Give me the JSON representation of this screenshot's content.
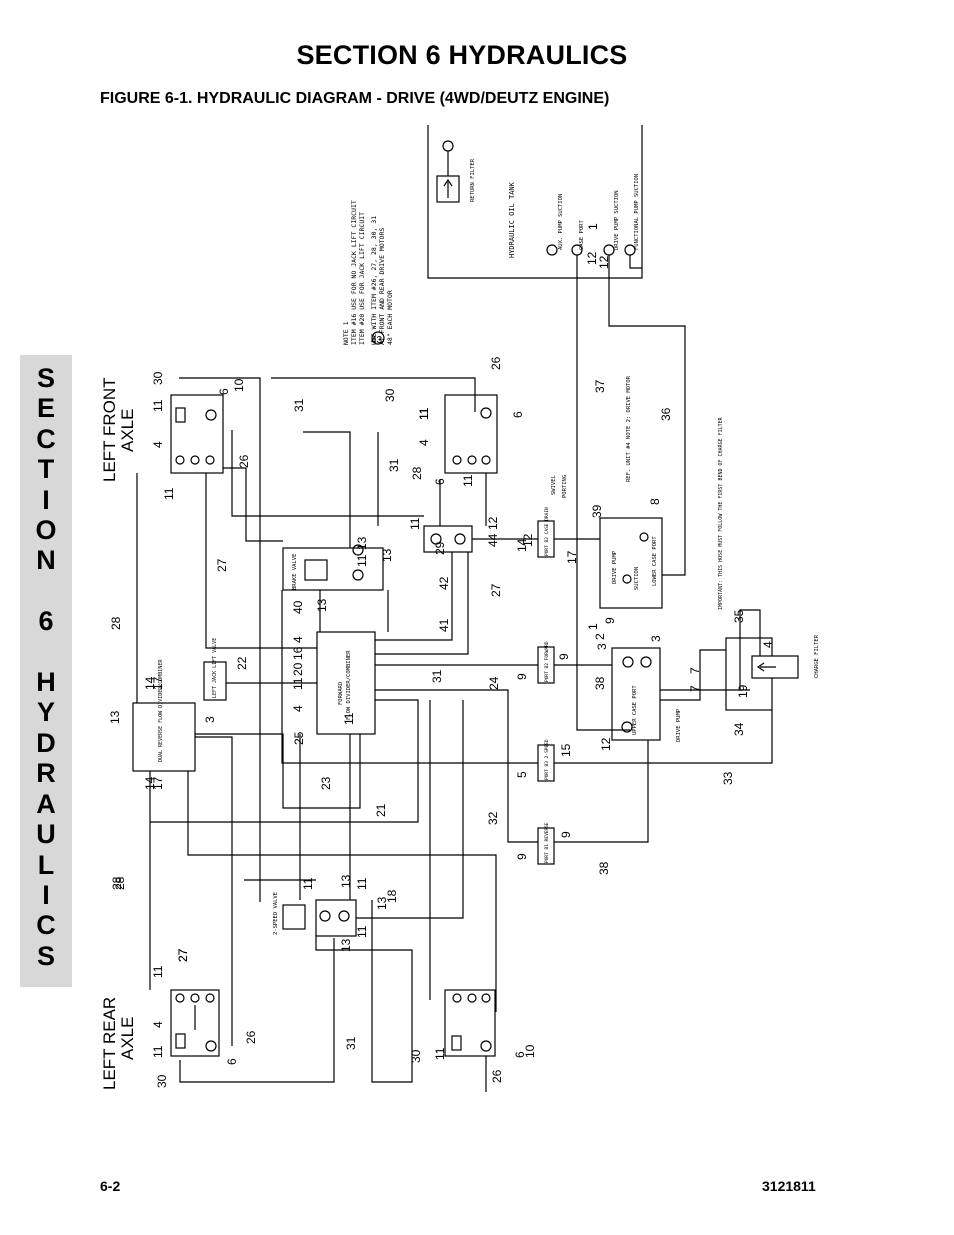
{
  "header": {
    "section_title": "SECTION 6  HYDRAULICS",
    "figure_title": "FIGURE 6-1.    HYDRAULIC DIAGRAM - DRIVE (4WD/DEUTZ ENGINE)"
  },
  "side_tab": {
    "text": "S\nE\nC\nT\nI\nO\nN\n\n6\n\nH\nY\nD\nR\nA\nU\nL\nI\nC\nS"
  },
  "footer": {
    "page_number": "6-2",
    "doc_number": "3121811"
  },
  "diagram": {
    "axle_labels": {
      "left_front_line1": "LEFT  FRONT",
      "left_front_line2": "AXLE",
      "left_rear_line1": "LEFT  REAR",
      "left_rear_line2": "AXLE"
    },
    "tank": {
      "title": "HYDRAULIC  OIL  TANK",
      "return_filter": "RETURN FILTER",
      "ports": [
        "AUX. PUMP SUCTION",
        "CASE PORT",
        "DRIVE PUMP SUCTION",
        "FUNCTIONAL PUMP SUCTION"
      ]
    },
    "notes": [
      "NOTE 1",
      "ITEM #16 USE FOR NO JACK LIFT CIRCUIT",
      "ITEM #20 USE FOR JACK LIFT CIRCUIT",
      "USE WITH ITEM #26, 27, 28, 30, 31",
      "AT FRONT AND REAR DRIVE MOTORS",
      "48\" EACH MOTOR"
    ],
    "note_callout": "43",
    "component_labels": {
      "brake_valve": "BRAKE VALVE",
      "two_speed_valve": "2-SPEED VALVE",
      "flow_divider": "FLOW DIVIDER/COMBINER",
      "flow_divider_top": "FORWARD",
      "dual_reverse": "DUAL REVERSE FLOW DIVIDER/COMBINER",
      "drive_pump": "DRIVE PUMP",
      "upper_case_port": "UPPER CASE PORT",
      "lower_case_port": "LOWER CASE PORT",
      "suction": "SUCTION",
      "charge_filter": "CHARGE FILTER",
      "jack_lift_valve": "LEFT JACK LIFT VALVE",
      "swivel": "SWIVEL",
      "porting": "PORTING",
      "port_b2": "PORT B2 CASE DRAIN",
      "port_b2_forward": "PORT B2 FORWARD",
      "port_b3": "PORT B3 2-SPEED",
      "port_b1": "PORT B1 REVERSE",
      "drive_motor_note": "REF. UNIT #4 NOTE 2: DRIVE MOTOR",
      "important": "IMPORTANT: THIS HOSE MUST FOLLOW THE FIRST BEND OF CHARGE FILTER",
      "drive_pump_note": "DRIVE PUMP"
    },
    "numbers": [
      "30",
      "11",
      "6",
      "10",
      "4",
      "11",
      "26",
      "28",
      "27",
      "22",
      "14",
      "17",
      "13",
      "3",
      "14",
      "17",
      "28",
      "31",
      "40",
      "13",
      "4",
      "16",
      "20",
      "11",
      "4",
      "25",
      "23",
      "21",
      "11",
      "13",
      "11",
      "13",
      "42",
      "6",
      "11",
      "29",
      "12",
      "44",
      "11",
      "6",
      "26",
      "30",
      "31",
      "28",
      "11",
      "4",
      "11",
      "27",
      "41",
      "24",
      "31",
      "9",
      "9",
      "5",
      "15",
      "32",
      "9",
      "9",
      "38",
      "12",
      "17",
      "14",
      "12",
      "39",
      "8",
      "1",
      "2",
      "9",
      "3",
      "3",
      "38",
      "12",
      "37",
      "36",
      "12",
      "1",
      "35",
      "4",
      "7",
      "7",
      "19",
      "34",
      "33",
      "13",
      "11",
      "13",
      "18",
      "11",
      "11",
      "13",
      "27",
      "11",
      "4",
      "11",
      "6",
      "26",
      "31",
      "30",
      "11",
      "6",
      "10",
      "26",
      "30",
      "28",
      "27"
    ]
  }
}
